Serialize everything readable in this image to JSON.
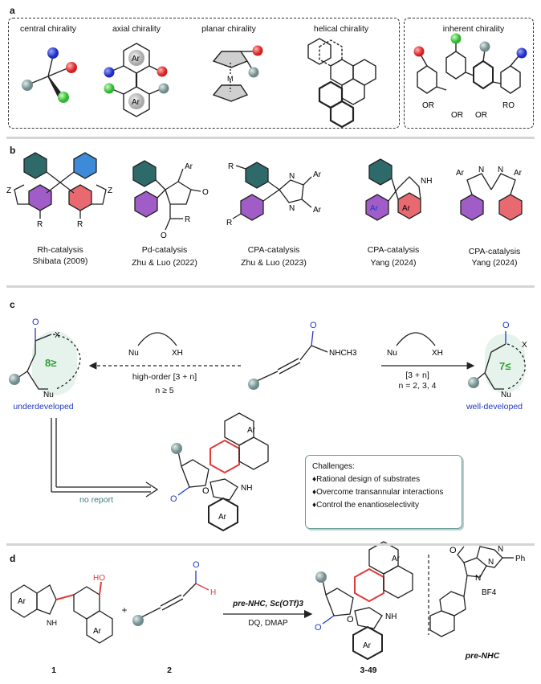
{
  "panel_a": {
    "label": "a",
    "items": [
      "central chirality",
      "axial chirality",
      "planar chirality",
      "helical chirality",
      "inherent chirality"
    ],
    "ar": "Ar",
    "metal": "M",
    "or_groups": [
      "OR",
      "OR",
      "OR",
      "RO"
    ]
  },
  "panel_b": {
    "label": "b",
    "items": [
      {
        "method": "Rh-catalysis",
        "author": "Shibata (2009)"
      },
      {
        "method": "Pd-catalysis",
        "author": "Zhu & Luo (2022)"
      },
      {
        "method": "CPA-catalysis",
        "author": "Zhu & Luo (2023)"
      },
      {
        "method": "CPA-catalysis",
        "author": "Yang (2024)"
      },
      {
        "method": "CPA-catalysis",
        "author": "Yang (2024)"
      }
    ],
    "atoms": {
      "z": "Z",
      "r": "R",
      "ar": "Ar",
      "n": "N",
      "o": "O",
      "nh": "NH"
    }
  },
  "panel_c": {
    "label": "c",
    "left_ring": "8≥",
    "right_ring": "7≤",
    "left_caption": "underdeveloped",
    "right_caption": "well-developed",
    "left_condition": "high-order [3 + n]",
    "left_n": "n ≥ 5",
    "right_condition": "[3 + n]",
    "right_n": "n = 2, 3, 4",
    "reagent_nu": "Nu",
    "reagent_xh": "XH",
    "amide": "NHCH3",
    "ring_x": "X",
    "ring_o": "O",
    "no_report": "no report",
    "challenges_title": "Challenges:",
    "challenges": [
      "Rational design of substrates",
      "Overcome transannular interactions",
      "Control the enantioselectivity"
    ]
  },
  "panel_d": {
    "label": "d",
    "plus": "+",
    "catalyst": "pre-NHC, Sc(OTf)3",
    "additives": "DQ, DMAP",
    "compound_1": "1",
    "compound_2": "2",
    "product": "3-49",
    "precatalyst": "pre-NHC",
    "ho": "HO",
    "h": "H",
    "ph": "Ph",
    "bf4": "BF4"
  },
  "colors": {
    "red": "#e23a3a",
    "blue_ball": "#2f3fd6",
    "green_ball": "#3fce3f",
    "grey_ball": "#7d9a9a",
    "teal_ring": "#2f6a6a",
    "sky_ring": "#3d8ad8",
    "purple_ring": "#a05cc7",
    "pink_ring": "#e86a70"
  }
}
